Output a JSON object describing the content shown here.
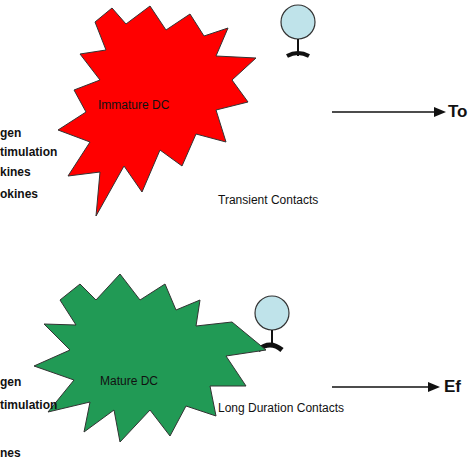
{
  "diagram": {
    "nodes": [
      {
        "text": [
          "Immature DC"
        ]
      },
      {
        "text": [
          "Mature DC"
        ]
      }
    ],
    "labels": [
      "gen",
      "timulation",
      "kines",
      "okines",
      "Transient Contacts",
      "To",
      "gen",
      "timulation",
      "nes",
      "Long Duration Contacts",
      "Ef"
    ]
  }
}
